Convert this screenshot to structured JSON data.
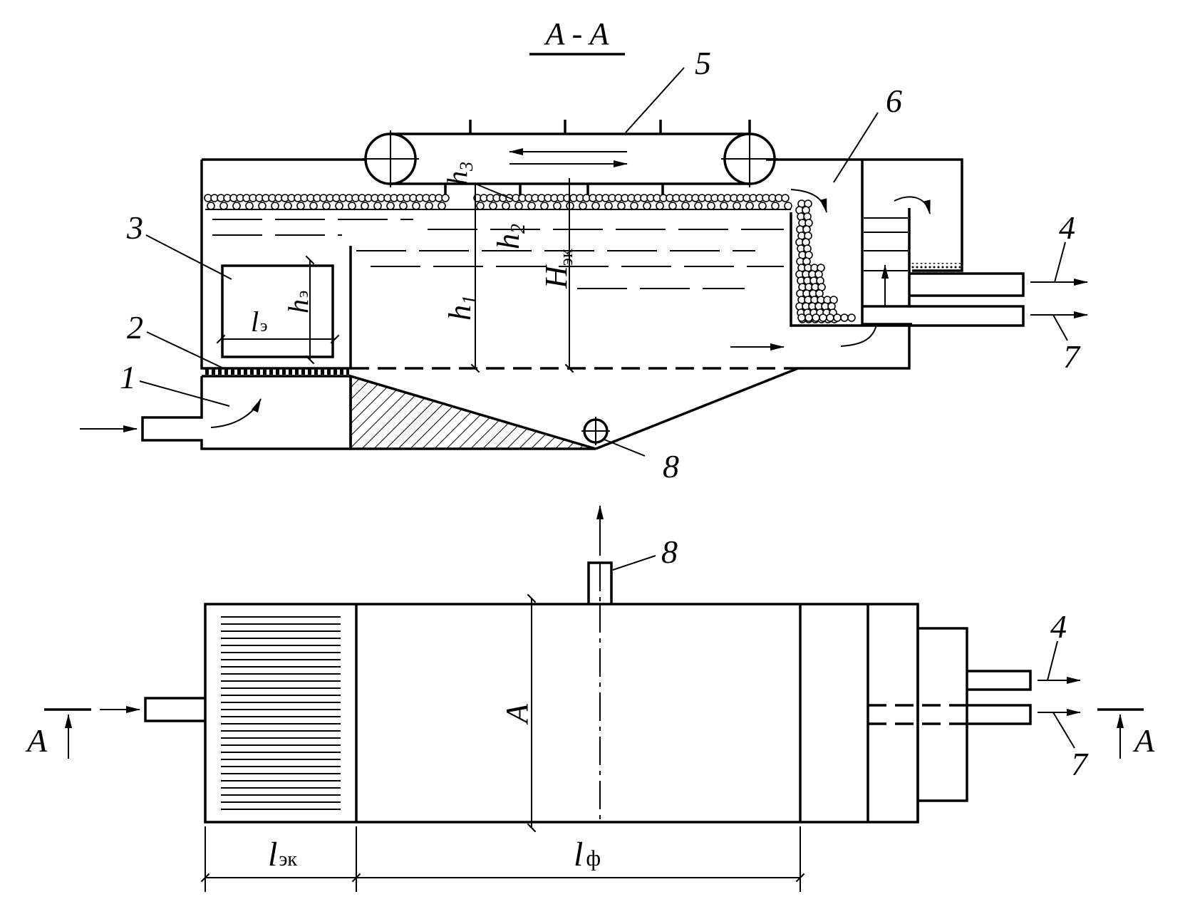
{
  "section_title": "A - A",
  "labels": {
    "feed_inlet": "1",
    "grate": "2",
    "element": "3",
    "outlet_4": "4",
    "conveyor": "5",
    "foam_chute": "6",
    "outlet_7": "7",
    "drain": "8"
  },
  "dimensions": {
    "l_e": "l",
    "l_e_sub": "э",
    "h_e": "h",
    "h_e_sub": "э",
    "h1": "h",
    "h1_sub": "1",
    "h2": "h",
    "h2_sub": "2",
    "h3": "h",
    "h3_sub": "3",
    "H_ek": "H",
    "H_ek_sub": "эк",
    "width_A": "A",
    "l_ek": "l",
    "l_ek_sub": "эк",
    "l_f": "l",
    "l_f_sub": "ф"
  },
  "section_marks": {
    "left": "A",
    "right": "A"
  },
  "icons": [
    "flow-arrow",
    "curved-flow-arrow",
    "direction-arrow",
    "pulley-circle"
  ]
}
